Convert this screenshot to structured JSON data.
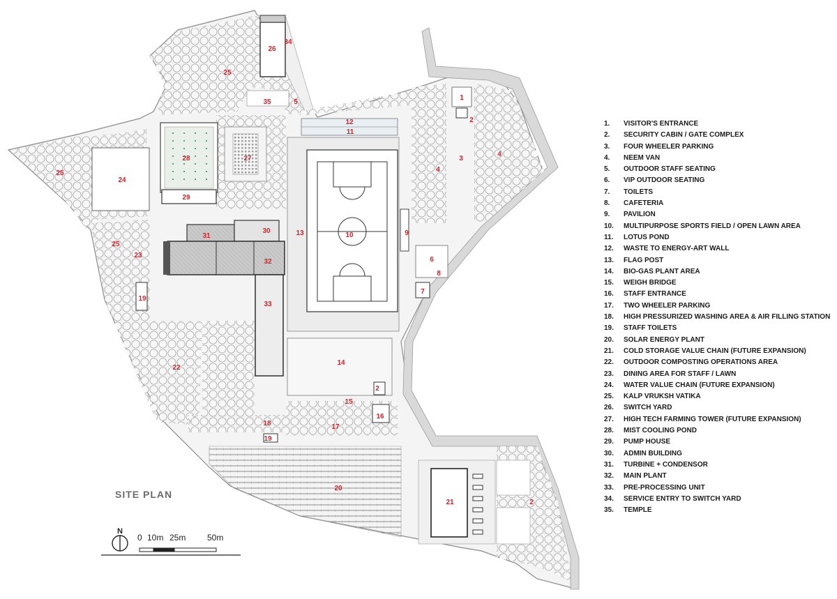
{
  "title": "SITE PLAN",
  "north": "N",
  "scale_labels": [
    "0",
    "10m",
    "25m",
    "50m"
  ],
  "legend": [
    {
      "n": "1.",
      "label": "VISITOR'S ENTRANCE"
    },
    {
      "n": "2.",
      "label": "SECURITY CABIN / GATE COMPLEX"
    },
    {
      "n": "3.",
      "label": "FOUR WHEELER PARKING"
    },
    {
      "n": "4.",
      "label": "NEEM VAN"
    },
    {
      "n": "5.",
      "label": "OUTDOOR STAFF SEATING"
    },
    {
      "n": "6.",
      "label": "VIP OUTDOOR SEATING"
    },
    {
      "n": "7.",
      "label": "TOILETS"
    },
    {
      "n": "8.",
      "label": "CAFETERIA"
    },
    {
      "n": "9.",
      "label": "PAVILION"
    },
    {
      "n": "10.",
      "label": "MULTIPURPOSE SPORTS FIELD / OPEN LAWN AREA"
    },
    {
      "n": "11.",
      "label": "LOTUS POND"
    },
    {
      "n": "12.",
      "label": "WASTE TO ENERGY-ART WALL"
    },
    {
      "n": "13.",
      "label": "FLAG POST"
    },
    {
      "n": "14.",
      "label": "BIO-GAS PLANT AREA"
    },
    {
      "n": "15.",
      "label": "WEIGH BRIDGE"
    },
    {
      "n": "16.",
      "label": "STAFF ENTRANCE"
    },
    {
      "n": "17.",
      "label": "TWO WHEELER PARKING"
    },
    {
      "n": "18.",
      "label": "HIGH PRESSURIZED WASHING AREA & AIR FILLING STATION"
    },
    {
      "n": "19.",
      "label": "STAFF TOILETS"
    },
    {
      "n": "20.",
      "label": "SOLAR ENERGY PLANT"
    },
    {
      "n": "21.",
      "label": "COLD STORAGE VALUE CHAIN (FUTURE EXPANSION)"
    },
    {
      "n": "22.",
      "label": "OUTDOOR COMPOSTING OPERATIONS AREA"
    },
    {
      "n": "23.",
      "label": "DINING AREA FOR STAFF / LAWN"
    },
    {
      "n": "24.",
      "label": "WATER VALUE CHAIN (FUTURE EXPANSION)"
    },
    {
      "n": "25.",
      "label": "KALP VRUKSH VATIKA"
    },
    {
      "n": "26.",
      "label": "SWITCH YARD"
    },
    {
      "n": "27.",
      "label": "HIGH TECH FARMING TOWER (FUTURE EXPANSION)"
    },
    {
      "n": "28.",
      "label": "MIST COOLING POND"
    },
    {
      "n": "29.",
      "label": "PUMP HOUSE"
    },
    {
      "n": "30.",
      "label": "ADMIN BUILDING"
    },
    {
      "n": "31.",
      "label": "TURBINE + CONDENSOR"
    },
    {
      "n": "32.",
      "label": "MAIN PLANT"
    },
    {
      "n": "33.",
      "label": "PRE-PROCESSING UNIT"
    },
    {
      "n": "34.",
      "label": "SERVICE ENTRY TO SWITCH YARD"
    },
    {
      "n": "35.",
      "label": "TEMPLE"
    }
  ],
  "map_labels": {
    "n1": "1",
    "n2a": "2",
    "n2b": "2",
    "n2c": "2",
    "n3": "3",
    "n4a": "4",
    "n4b": "4",
    "n5": "5",
    "n6": "6",
    "n7": "7",
    "n8": "8",
    "n9": "9",
    "n10": "10",
    "n11": "11",
    "n12": "12",
    "n13": "13",
    "n14": "14",
    "n15": "15",
    "n16": "16",
    "n17": "17",
    "n18": "18",
    "n19a": "19",
    "n19b": "19",
    "n20": "20",
    "n21": "21",
    "n22": "22",
    "n23": "23",
    "n24": "24",
    "n25a": "25",
    "n25b": "25",
    "n25c": "25",
    "n26": "26",
    "n27": "27",
    "n28": "28",
    "n29": "29",
    "n30": "30",
    "n31": "31",
    "n32": "32",
    "n33": "33",
    "n34": "34",
    "n35": "35"
  }
}
